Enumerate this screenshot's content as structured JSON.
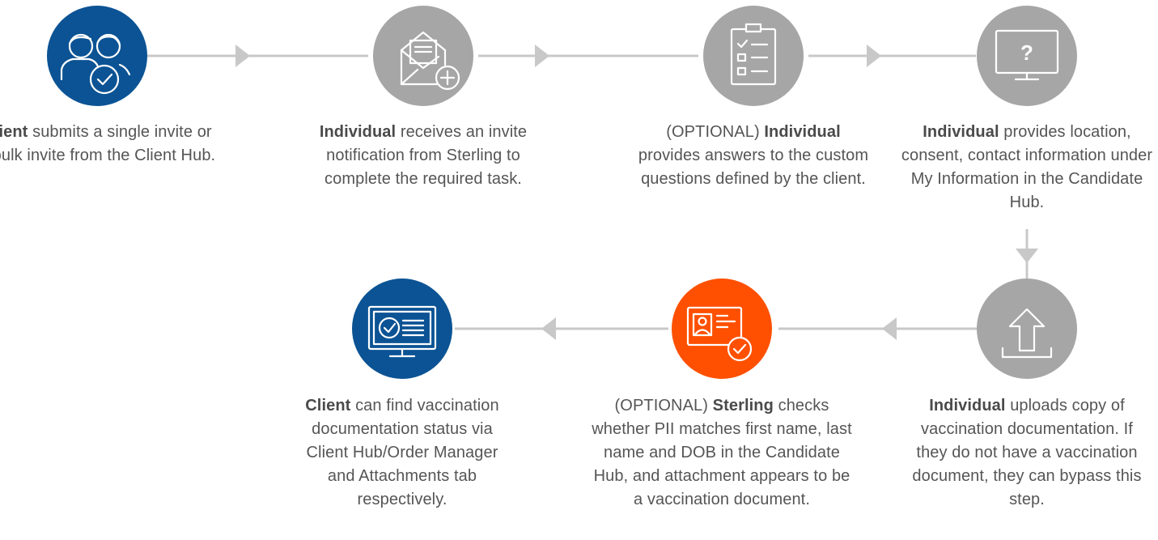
{
  "steps": [
    {
      "bold": "Client",
      "text": " submits a single invite or a bulk invite from the Client Hub.",
      "icon": "users-check-icon",
      "color": "#0b5394"
    },
    {
      "bold": "Individual",
      "text": " receives an invite notification from Sterling to complete the required task.",
      "icon": "envelope-plus-icon",
      "color": "#a6a6a6"
    },
    {
      "prefix": "(OPTIONAL) ",
      "bold": "Individual",
      "text": " provides answers to the custom questions defined by the client.",
      "icon": "clipboard-checklist-icon",
      "color": "#a6a6a6"
    },
    {
      "bold": "Individual",
      "text": " provides location, consent, contact information under My Information in the Candidate Hub.",
      "icon": "monitor-question-icon",
      "color": "#a6a6a6"
    },
    {
      "bold": "Individual",
      "text": " uploads copy of vaccination documentation. If they do not have a vaccination document, they can bypass this step.",
      "icon": "upload-icon",
      "color": "#a6a6a6"
    },
    {
      "prefix": "(OPTIONAL) ",
      "bold": "Sterling",
      "text": " checks whether PII matches first name, last name and DOB in the Candidate Hub, and attachment appears to be a vaccination document.",
      "icon": "id-card-check-icon",
      "color": "#fe5000"
    },
    {
      "bold": "Client",
      "text": " can find vaccination documentation status via Client Hub/Order Manager and Attachments tab respectively.",
      "icon": "monitor-check-icon",
      "color": "#0b5394"
    }
  ],
  "colors": {
    "connector": "#c8c8c8",
    "icon_stroke": "#ffffff",
    "question_mark": "#ffffff"
  },
  "glyphs": {
    "question_mark": "?"
  }
}
